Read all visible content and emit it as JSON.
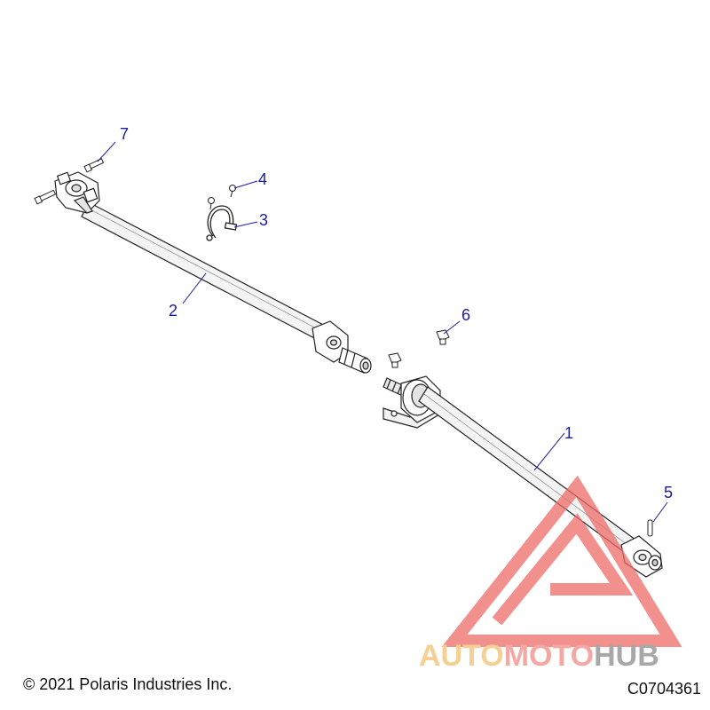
{
  "callouts": [
    {
      "id": "1",
      "label": "1"
    },
    {
      "id": "2",
      "label": "2"
    },
    {
      "id": "3",
      "label": "3"
    },
    {
      "id": "4",
      "label": "4"
    },
    {
      "id": "5",
      "label": "5"
    },
    {
      "id": "6",
      "label": "6"
    },
    {
      "id": "7",
      "label": "7"
    }
  ],
  "footer": {
    "copyright": "© 2021 Polaris Industries Inc.",
    "diagram_code": "C0704361"
  },
  "watermark": {
    "part1": "AUTO",
    "part2": "MOTO",
    "part3": "HUB",
    "colors": {
      "auto": "#f2c070",
      "moto": "#ef8b86",
      "hub": "#8c8c8c",
      "triangle": "#ee6b68"
    }
  }
}
